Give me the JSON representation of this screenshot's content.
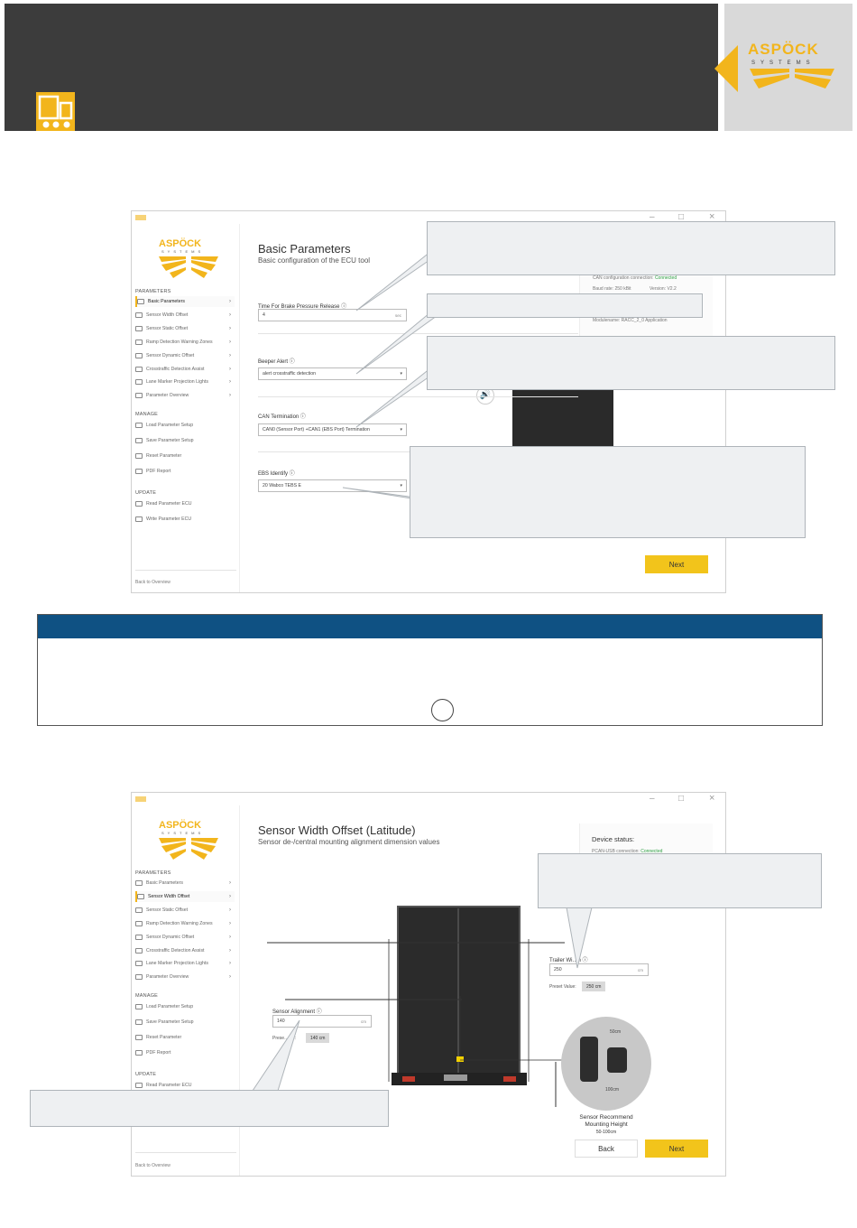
{
  "colors": {
    "header": "#3c3c3c",
    "accent": "#f2b51c",
    "note_header": "#0f5183",
    "callout_fill": "#eef0f2",
    "callout_border": "#aeb4b9",
    "status_ok": "#2ea043"
  },
  "header": {
    "icon": "truck-icon",
    "logo_icon": "aspoeck-logo"
  },
  "shot1": {
    "sidebar": {
      "sections": {
        "parameters": "PARAMETERS",
        "manage": "MANAGE",
        "update": "UPDATE"
      },
      "parameters": [
        "Basic Parameters",
        "Sensor Width Offset",
        "Sensor Static Offset",
        "Ramp Detection Warning Zones",
        "Sensor Dynamic Offset",
        "Crosstraffic Detection Assist",
        "Lane Marker Projection Lights",
        "Parameter Overview"
      ],
      "manage": [
        "Load Parameter Setup",
        "Save Parameter Setup",
        "Reset Parameter",
        "PDF Report"
      ],
      "update": [
        "Read Parameter ECU",
        "Write Parameter ECU"
      ],
      "back": "Back to Overview"
    },
    "title": "Basic Parameters",
    "subtitle": "Basic configuration of the ECU tool",
    "fields": {
      "brake_label": "Time For Brake Pressure Release",
      "brake_value": "4",
      "brake_unit": "sec",
      "beeper_label": "Beeper Alert",
      "beeper_value": "alert crosstraffic detection",
      "can_label": "CAN Termination",
      "can_value": "CAN0 (Sensor Port) +CAN1 (EBS Port) Termination",
      "ebs_label": "EBS Identify",
      "ebs_value": "20 Wabco TEBS E"
    },
    "status": {
      "can_conn_label": "CAN configuration connection:",
      "can_conn_value": "Connected",
      "baud": "Baud rate: 250 kBit",
      "version": "Version: V2.2",
      "module": "Modulename: RACC_2_0 Application"
    },
    "next": "Next"
  },
  "shot2": {
    "sidebar": {
      "sections": {
        "parameters": "PARAMETERS",
        "manage": "MANAGE",
        "update": "UPDATE"
      },
      "parameters": [
        "Basic Parameters",
        "Sensor Width Offset",
        "Sensor Static Offset",
        "Ramp Detection Warning Zones",
        "Sensor Dynamic Offset",
        "Crosstraffic Detection Assist",
        "Lane Marker Projection Lights",
        "Parameter Overview"
      ],
      "manage": [
        "Load Parameter Setup",
        "Save Parameter Setup",
        "Reset Parameter",
        "PDF Report"
      ],
      "update": [
        "Read Parameter ECU"
      ],
      "back": "Back to Overview"
    },
    "title": "Sensor Width Offset (Latitude)",
    "subtitle": "Sensor de-/central mounting alignment dimension values",
    "status": {
      "title": "Device status:",
      "pcan_label": "PCAN-USB connection:",
      "pcan_value": "Connected"
    },
    "trailer_label": "Trailer Wi…h",
    "trailer_value": "250",
    "trailer_unit": "cm",
    "trailer_preset_label": "Preset Value:",
    "trailer_preset": "250 cm",
    "align_label": "Sensor Alignment",
    "align_value": "140",
    "align_unit": "cm",
    "align_preset_label": "Prese…lue:",
    "align_preset": "140 cm",
    "sensor_top": "50cm",
    "sensor_bottom": "100cm",
    "sensor_caption": [
      "Sensor Recommend",
      "Mounting Height",
      "50-100cm"
    ],
    "back": "Back",
    "next": "Next"
  }
}
